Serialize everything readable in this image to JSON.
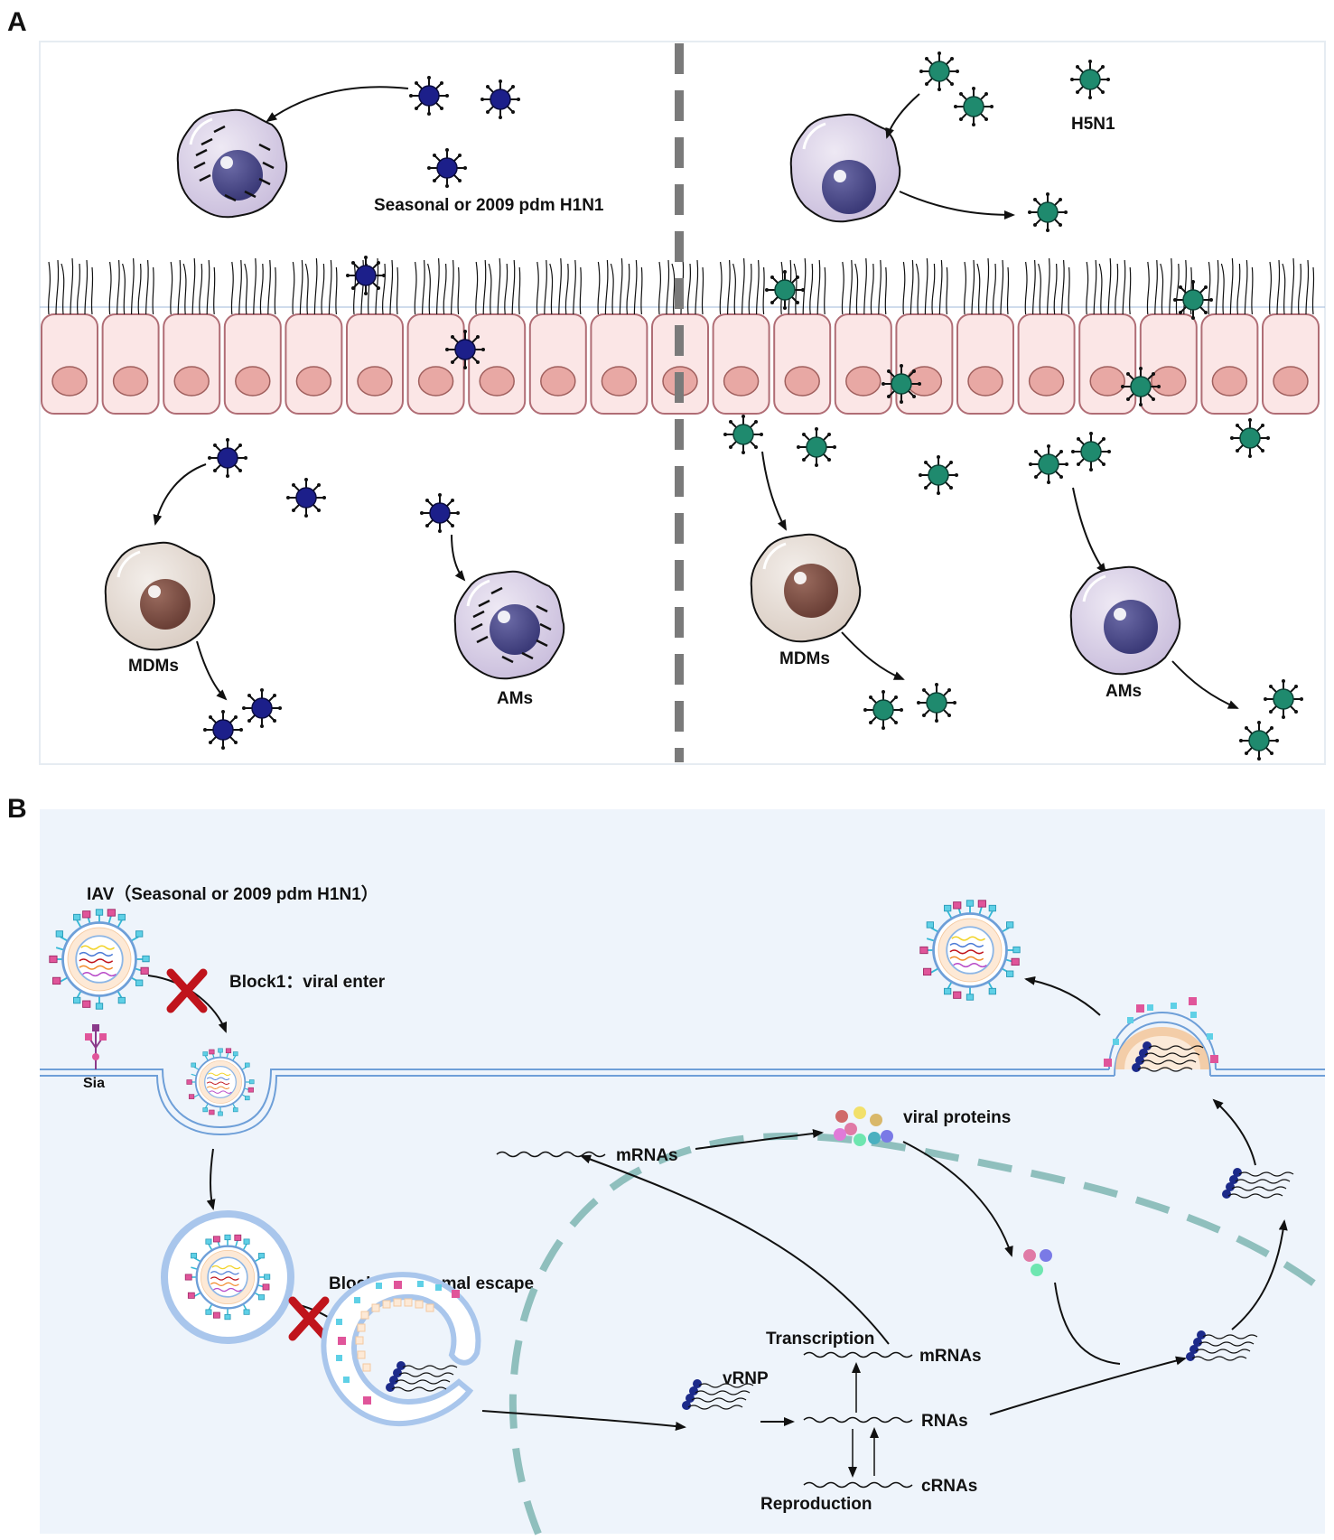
{
  "panel_a": {
    "letter": "A",
    "labels": {
      "seasonal": "Seasonal or 2009 pdm H1N1",
      "h5n1": "H5N1",
      "mdms_left": "MDMs",
      "ams_left": "AMs",
      "mdms_right": "MDMs",
      "ams_right": "AMs"
    }
  },
  "panel_b": {
    "letter": "B",
    "labels": {
      "iav": "IAV（Seasonal or 2009 pdm H1N1）",
      "block1": "Block1：viral enter",
      "sia": "Sia",
      "block2": "Block2:endsomal escape",
      "mrnas_top": "mRNAs",
      "viral_proteins": "viral proteins",
      "transcription": "Transcription",
      "mrnas_mid": "mRNAs",
      "vrnp": "vRNP",
      "rnas": "RNAs",
      "crnas": "cRNAs",
      "reproduction": "Reproduction"
    }
  },
  "colors": {
    "h1n1_virus": "#1c1f8a",
    "h5n1_virus": "#1f8a6e",
    "epithelial_cell": "#fbe6e6",
    "nucleus": "#e8a8a4",
    "am_cell": "#d9d0e6",
    "mdm_cell": "#e6ddd6",
    "panel_b_bg": "#eef4fb",
    "nuclear_envelope": "#8fbfbd",
    "block_x": "#c0141c"
  },
  "icons": [
    "virus-icon",
    "macrophage-icon",
    "epithelial-cell-icon",
    "block-x-icon",
    "vrnp-icon",
    "viral-protein-icon"
  ]
}
